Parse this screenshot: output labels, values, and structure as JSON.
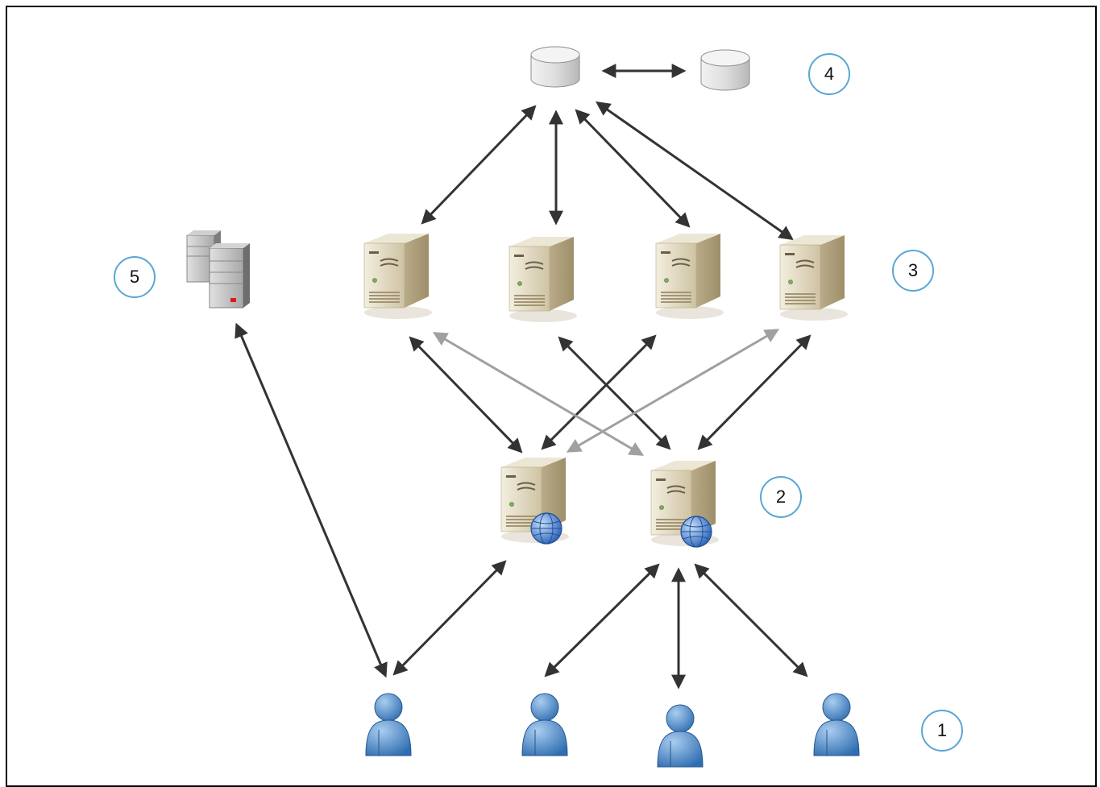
{
  "tiers": {
    "t1": {
      "label": "1",
      "kind": "users"
    },
    "t2": {
      "label": "2",
      "kind": "web-servers"
    },
    "t3": {
      "label": "3",
      "kind": "app-servers"
    },
    "t4": {
      "label": "4",
      "kind": "databases"
    },
    "t5": {
      "label": "5",
      "kind": "external-servers"
    }
  },
  "colors": {
    "arrow_dark": "#333333",
    "arrow_light": "#a0a0a0",
    "badge_border": "#5aa6d6",
    "server_tan": "#d8ceb4",
    "user_blue": "#3f7fc4",
    "db_gray": "#d6d6d6"
  },
  "icons": [
    "user-icon",
    "web-server-icon",
    "server-icon",
    "database-icon",
    "server-rack-icon"
  ]
}
